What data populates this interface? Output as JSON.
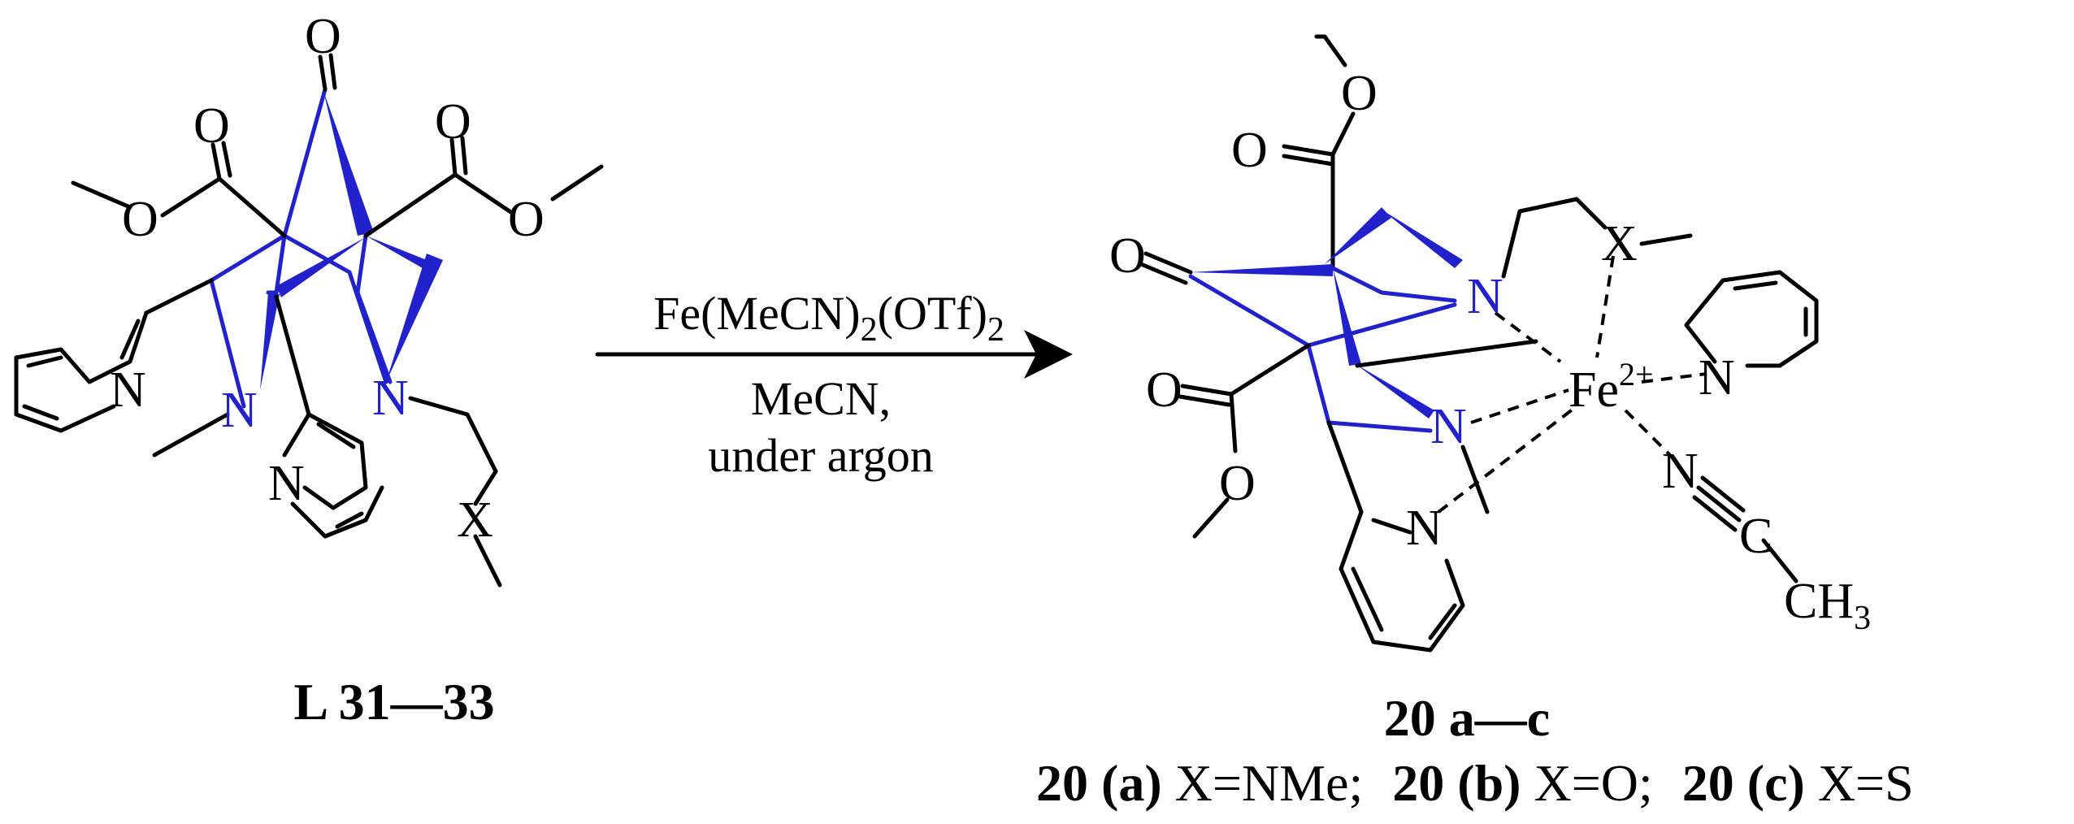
{
  "colors": {
    "bond": "#000000",
    "ring_highlight": "#2222cc",
    "background": "#ffffff"
  },
  "atoms": {
    "O": "O",
    "N": "N",
    "X": "X",
    "Fe": "Fe",
    "Fe_charge": "2+",
    "C": "C",
    "CH": "CH",
    "H3_sub": "3"
  },
  "arrow": {
    "reagent_main": "Fe(MeCN)",
    "reagent_sub1": "2",
    "reagent_mid": "(OTf)",
    "reagent_sub2": "2",
    "solvent": "MeCN,",
    "atmosphere": "under argon"
  },
  "labels": {
    "starting_material": "L 31—33",
    "product": "20 a—c",
    "variant_a_id": "20 (a)",
    "variant_a_def": "X=NMe;",
    "variant_b_id": "20 (b)",
    "variant_b_def": "X=O;",
    "variant_c_id": "20 (c)",
    "variant_c_def": "X=S"
  }
}
